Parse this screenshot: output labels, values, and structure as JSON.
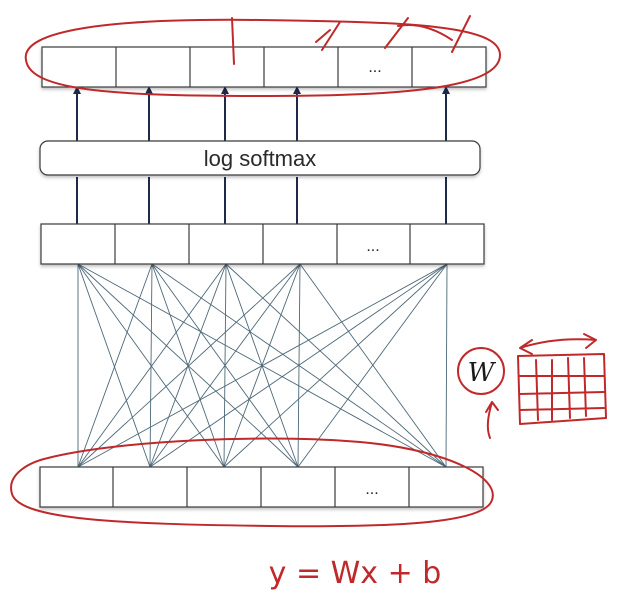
{
  "diagram": {
    "output_layer": {
      "cells": [
        "",
        "",
        "",
        "",
        "...",
        ""
      ]
    },
    "softmax_box": {
      "label": "log softmax"
    },
    "hidden_layer": {
      "cells": [
        "",
        "",
        "",
        "",
        "...",
        ""
      ]
    },
    "input_layer": {
      "cells": [
        "",
        "",
        "",
        "",
        "...",
        ""
      ]
    }
  },
  "annotations": {
    "weight_symbol": "W",
    "equation": "y = Wx + b",
    "ink_color": "#c0292b"
  }
}
